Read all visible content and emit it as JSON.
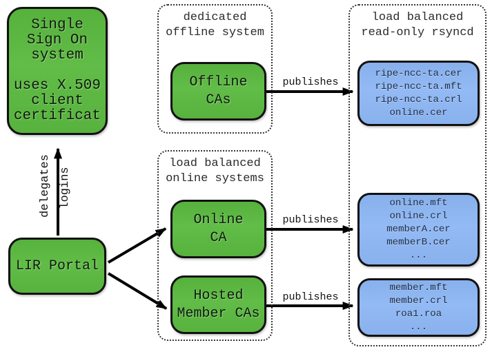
{
  "colors": {
    "green": "#5cb843",
    "blue": "#8eb6f0",
    "node_border": "#111111",
    "arrow": "#000000",
    "dotted_border": "#333333",
    "text": "#1c1c1c"
  },
  "nodes": {
    "sso": {
      "lines": [
        "Single",
        "Sign On",
        "system",
        "",
        "uses X.509",
        "client",
        "certificat"
      ]
    },
    "lir_portal": {
      "label": "LIR Portal"
    },
    "offline_cas": {
      "lines": [
        "Offline",
        "CAs"
      ]
    },
    "online_ca": {
      "lines": [
        "Online",
        "CA"
      ]
    },
    "hosted_member_cas": {
      "lines": [
        "Hosted",
        "Member CAs"
      ]
    }
  },
  "groups": {
    "offline_system": {
      "label_lines": [
        "dedicated",
        "offline system"
      ]
    },
    "online_systems": {
      "label_lines": [
        "load balanced",
        "online systems"
      ]
    },
    "rsyncd": {
      "label_lines": [
        "load balanced",
        "read-only rsyncd"
      ]
    }
  },
  "repos": {
    "ta": {
      "files": [
        "ripe-ncc-ta.cer",
        "ripe-ncc-ta.mft",
        "ripe-ncc-ta.crl",
        "online.cer"
      ]
    },
    "online": {
      "files": [
        "online.mft",
        "online.crl",
        "memberA.cer",
        "memberB.cer",
        "..."
      ]
    },
    "member": {
      "files": [
        "member.mft",
        "member.crl",
        "roa1.roa",
        "..."
      ]
    }
  },
  "edges": {
    "delegates": "delegates",
    "logins": "logins",
    "publishes_offline": "publishes",
    "publishes_online": "publishes",
    "publishes_hosted": "publishes"
  }
}
